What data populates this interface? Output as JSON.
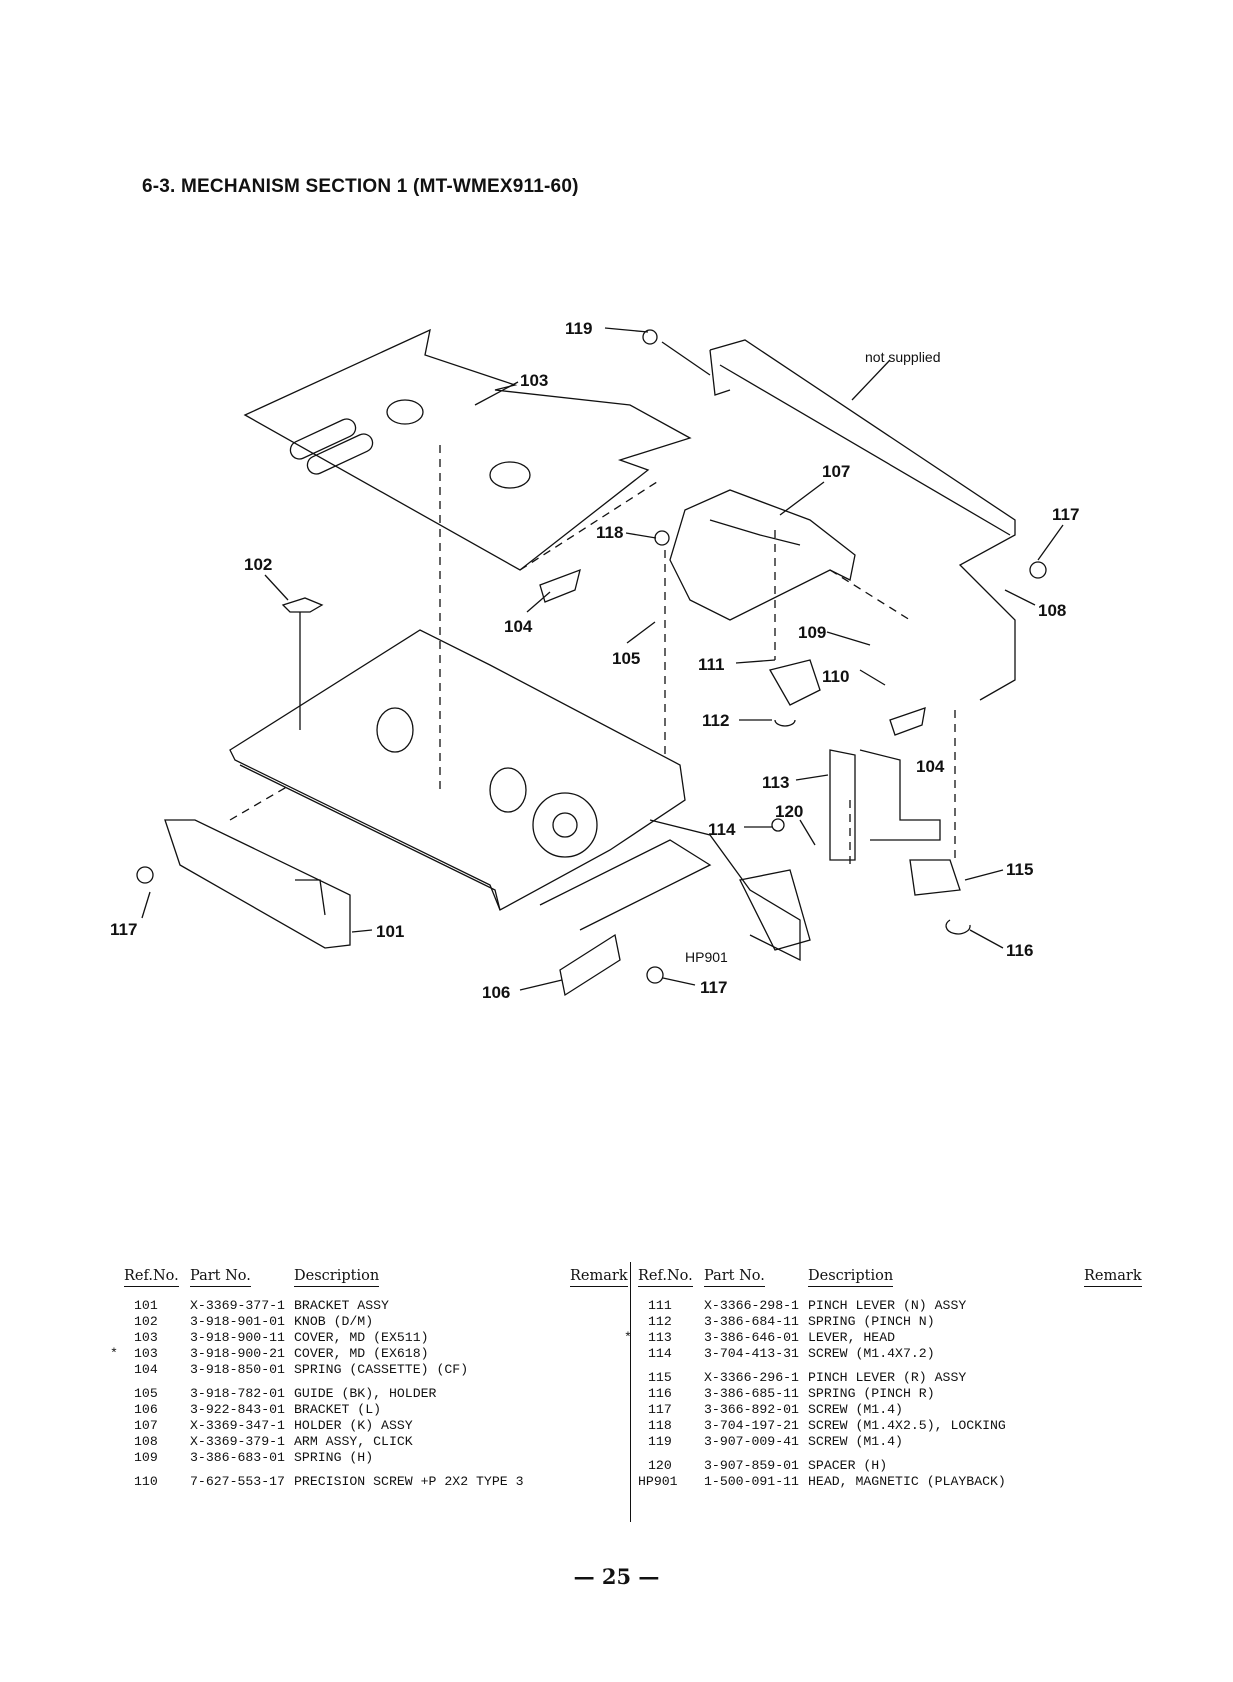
{
  "section_title": "6-3.  MECHANISM SECTION 1 (MT-WMEX911-60)",
  "diagram": {
    "callouts": [
      "119",
      "103",
      "not supplied",
      "107",
      "117",
      "118",
      "102",
      "104",
      "105",
      "109",
      "111",
      "110",
      "112",
      "104",
      "113",
      "120",
      "114",
      "115",
      "116",
      "117",
      "101",
      "106",
      "HP901",
      "117",
      "108"
    ]
  },
  "table": {
    "headers": {
      "ref": "Ref.No.",
      "part": "Part No.",
      "desc": "Description",
      "remark": "Remark"
    },
    "left": [
      {
        "ref": "101",
        "part": "X-3369-377-1",
        "desc": "BRACKET ASSY",
        "mark": ""
      },
      {
        "ref": "102",
        "part": "3-918-901-01",
        "desc": "KNOB (D/M)",
        "mark": ""
      },
      {
        "ref": "103",
        "part": "3-918-900-11",
        "desc": "COVER, MD (EX511)",
        "mark": ""
      },
      {
        "ref": "103",
        "part": "3-918-900-21",
        "desc": "COVER, MD (EX618)",
        "mark": "*"
      },
      {
        "ref": "104",
        "part": "3-918-850-01",
        "desc": "SPRING (CASSETTE) (CF)",
        "mark": ""
      },
      {
        "ref": "105",
        "part": "3-918-782-01",
        "desc": "GUIDE (BK), HOLDER",
        "mark": ""
      },
      {
        "ref": "106",
        "part": "3-922-843-01",
        "desc": "BRACKET (L)",
        "mark": ""
      },
      {
        "ref": "107",
        "part": "X-3369-347-1",
        "desc": "HOLDER (K) ASSY",
        "mark": ""
      },
      {
        "ref": "108",
        "part": "X-3369-379-1",
        "desc": "ARM ASSY, CLICK",
        "mark": ""
      },
      {
        "ref": "109",
        "part": "3-386-683-01",
        "desc": "SPRING (H)",
        "mark": ""
      },
      {
        "ref": "110",
        "part": "7-627-553-17",
        "desc": "PRECISION SCREW +P 2X2 TYPE 3",
        "mark": ""
      }
    ],
    "right": [
      {
        "ref": "111",
        "part": "X-3366-298-1",
        "desc": "PINCH LEVER (N) ASSY",
        "mark": ""
      },
      {
        "ref": "112",
        "part": "3-386-684-11",
        "desc": "SPRING (PINCH N)",
        "mark": ""
      },
      {
        "ref": "113",
        "part": "3-386-646-01",
        "desc": "LEVER, HEAD",
        "mark": "*"
      },
      {
        "ref": "114",
        "part": "3-704-413-31",
        "desc": "SCREW (M1.4X7.2)",
        "mark": ""
      },
      {
        "ref": "115",
        "part": "X-3366-296-1",
        "desc": "PINCH LEVER (R) ASSY",
        "mark": ""
      },
      {
        "ref": "116",
        "part": "3-386-685-11",
        "desc": "SPRING (PINCH R)",
        "mark": ""
      },
      {
        "ref": "117",
        "part": "3-366-892-01",
        "desc": "SCREW (M1.4)",
        "mark": ""
      },
      {
        "ref": "118",
        "part": "3-704-197-21",
        "desc": "SCREW (M1.4X2.5), LOCKING",
        "mark": ""
      },
      {
        "ref": "119",
        "part": "3-907-009-41",
        "desc": "SCREW (M1.4)",
        "mark": ""
      },
      {
        "ref": "120",
        "part": "3-907-859-01",
        "desc": "SPACER (H)",
        "mark": ""
      },
      {
        "ref": "HP901",
        "part": "1-500-091-11",
        "desc": "HEAD, MAGNETIC (PLAYBACK)",
        "mark": ""
      }
    ]
  },
  "page_number": "— 25 —"
}
